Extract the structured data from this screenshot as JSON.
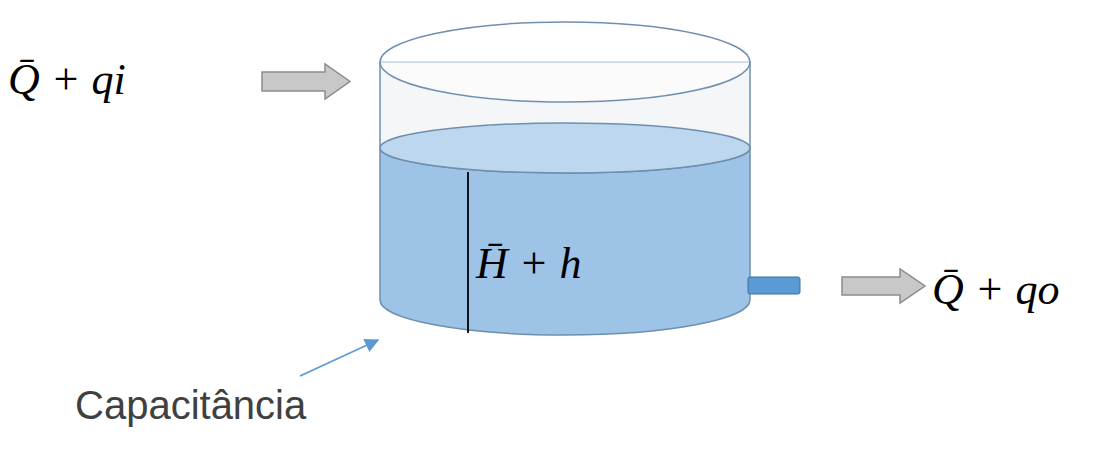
{
  "diagram": {
    "labels": [
      "Q̄ + qi",
      "H̄ + h",
      "Q̄ + qo",
      "Capacitância"
    ]
  }
}
